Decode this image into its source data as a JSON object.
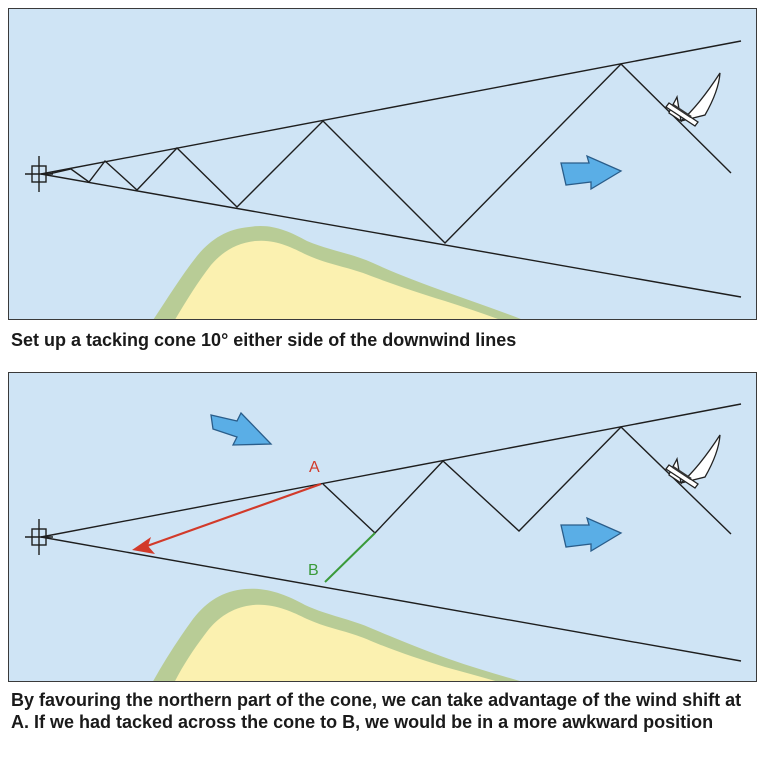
{
  "panels": [
    {
      "caption": "Set up a tacking cone 10° either side of the downwind lines"
    },
    {
      "caption": "By favouring the northern part of the cone, we can take advantage of the wind shift at A. If we had tacked across the cone to B, we would be in a more awkward position",
      "point_a_label": "A",
      "point_b_label": "B"
    }
  ],
  "colors": {
    "water": "#cfe4f5",
    "land": "#fbf1b0",
    "land_edge": "#b8cc96",
    "arrow_fill": "#5aaee6",
    "route_red": "#d23a2a",
    "route_green": "#3a9a3a"
  },
  "icons": [
    "buoy-mark-icon",
    "sailboat-icon",
    "wind-arrow-icon"
  ]
}
